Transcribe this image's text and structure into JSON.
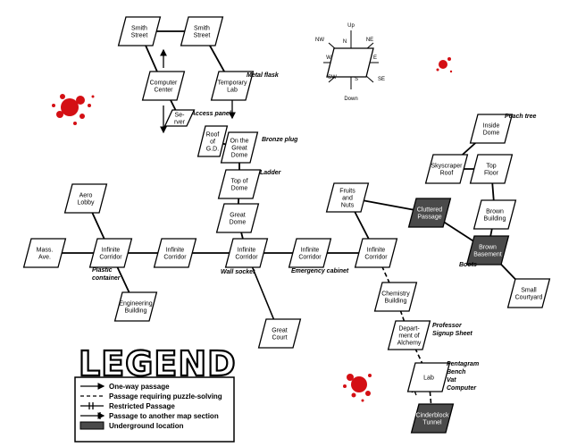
{
  "colors": {
    "room_fill": "#ffffff",
    "underground_fill": "#4a4a4a",
    "line": "#000000",
    "blood": "#d40f14"
  },
  "rooms": [
    {
      "id": "smith1",
      "lines": [
        "Smith",
        "Street"
      ],
      "underground": false
    },
    {
      "id": "smith2",
      "lines": [
        "Smith",
        "Street"
      ],
      "underground": false
    },
    {
      "id": "computer",
      "lines": [
        "Computer",
        "Center"
      ],
      "underground": false
    },
    {
      "id": "templab",
      "lines": [
        "Temporary",
        "Lab"
      ],
      "underground": false
    },
    {
      "id": "server",
      "lines": [
        "Se-",
        "rver"
      ],
      "underground": false
    },
    {
      "id": "roofgd",
      "lines": [
        "Roof",
        "of",
        "G.D."
      ],
      "underground": false
    },
    {
      "id": "ongreat",
      "lines": [
        "On the",
        "Great",
        "Dome"
      ],
      "underground": false
    },
    {
      "id": "topdome",
      "lines": [
        "Top of",
        "Dome"
      ],
      "underground": false
    },
    {
      "id": "greatdome",
      "lines": [
        "Great",
        "Dome"
      ],
      "underground": false
    },
    {
      "id": "aero",
      "lines": [
        "Aero",
        "Lobby"
      ],
      "underground": false
    },
    {
      "id": "mass",
      "lines": [
        "Mass.",
        "Ave."
      ],
      "underground": false
    },
    {
      "id": "ic1",
      "lines": [
        "Infinite",
        "Corridor"
      ],
      "underground": false
    },
    {
      "id": "ic2",
      "lines": [
        "Infinite",
        "Corridor"
      ],
      "underground": false
    },
    {
      "id": "ic3",
      "lines": [
        "Infinite",
        "Corridor"
      ],
      "underground": false
    },
    {
      "id": "ic4",
      "lines": [
        "Infinite",
        "Corridor"
      ],
      "underground": false
    },
    {
      "id": "ic5",
      "lines": [
        "Infinite",
        "Corridor"
      ],
      "underground": false
    },
    {
      "id": "engineering",
      "lines": [
        "Engineering",
        "Building"
      ],
      "underground": false
    },
    {
      "id": "greatcourt",
      "lines": [
        "Great",
        "Court"
      ],
      "underground": false
    },
    {
      "id": "fruits",
      "lines": [
        "Fruits",
        "and",
        "Nuts"
      ],
      "underground": false
    },
    {
      "id": "cluttered",
      "lines": [
        "Cluttered",
        "Passage"
      ],
      "underground": true
    },
    {
      "id": "chemistry",
      "lines": [
        "Chemistry",
        "Building"
      ],
      "underground": false
    },
    {
      "id": "alchemy",
      "lines": [
        "Depart-",
        "ment of",
        "Alchemy"
      ],
      "underground": false
    },
    {
      "id": "lab",
      "lines": [
        "Lab"
      ],
      "underground": false
    },
    {
      "id": "cinderblock",
      "lines": [
        "Cinderblock",
        "Tunnel"
      ],
      "underground": true
    },
    {
      "id": "insidedome",
      "lines": [
        "Inside",
        "Dome"
      ],
      "underground": false
    },
    {
      "id": "skyscraper",
      "lines": [
        "Skyscraper",
        "Roof"
      ],
      "underground": false
    },
    {
      "id": "topfloor",
      "lines": [
        "Top",
        "Floor"
      ],
      "underground": false
    },
    {
      "id": "brownbuilding",
      "lines": [
        "Brown",
        "Building"
      ],
      "underground": false
    },
    {
      "id": "brownbasement",
      "lines": [
        "Brown",
        "Basement"
      ],
      "underground": true
    },
    {
      "id": "smallcourtyard",
      "lines": [
        "Small",
        "Courtyard"
      ],
      "underground": false
    }
  ],
  "connections": [
    {
      "a": "smith1",
      "b": "smith2",
      "style": "solid"
    },
    {
      "a": "smith1",
      "b": "computer",
      "style": "solid"
    },
    {
      "a": "smith2",
      "b": "templab",
      "style": "solid"
    },
    {
      "a": "computer",
      "b": "server",
      "style": "solid"
    },
    {
      "a": "roofgd",
      "b": "ongreat",
      "style": "solid"
    },
    {
      "a": "ongreat",
      "b": "topdome",
      "style": "solid"
    },
    {
      "a": "topdome",
      "b": "greatdome",
      "style": "solid"
    },
    {
      "a": "greatdome",
      "b": "ic3",
      "style": "solid"
    },
    {
      "a": "aero",
      "b": "ic1",
      "style": "solid"
    },
    {
      "a": "mass",
      "b": "ic1",
      "style": "solid"
    },
    {
      "a": "ic1",
      "b": "ic2",
      "style": "solid"
    },
    {
      "a": "ic2",
      "b": "ic3",
      "style": "solid"
    },
    {
      "a": "ic3",
      "b": "ic4",
      "style": "solid"
    },
    {
      "a": "ic4",
      "b": "ic5",
      "style": "solid"
    },
    {
      "a": "ic1",
      "b": "engineering",
      "style": "solid"
    },
    {
      "a": "ic3",
      "b": "greatcourt",
      "style": "restricted"
    },
    {
      "a": "fruits",
      "b": "ic5",
      "style": "solid"
    },
    {
      "a": "fruits",
      "b": "cluttered",
      "style": "solid"
    },
    {
      "a": "ic5",
      "b": "chemistry",
      "style": "dashed"
    },
    {
      "a": "chemistry",
      "b": "alchemy",
      "style": "dashed"
    },
    {
      "a": "alchemy",
      "b": "lab",
      "style": "dashed"
    },
    {
      "a": "lab",
      "b": "cinderblock",
      "style": "dashed"
    },
    {
      "a": "insidedome",
      "b": "skyscraper",
      "style": "solid"
    },
    {
      "a": "skyscraper",
      "b": "topfloor",
      "style": "solid"
    },
    {
      "a": "topfloor",
      "b": "brownbuilding",
      "style": "solid"
    },
    {
      "a": "brownbuilding",
      "b": "brownbasement",
      "style": "solid"
    },
    {
      "a": "cluttered",
      "b": "brownbasement",
      "style": "solid"
    },
    {
      "a": "brownbasement",
      "b": "smallcourtyard",
      "style": "solid"
    }
  ],
  "items": [
    {
      "id": "metal-flask",
      "text": "Metal flask"
    },
    {
      "id": "access-panel",
      "text": "Access panel"
    },
    {
      "id": "bronze-plug",
      "text": "Bronze plug"
    },
    {
      "id": "ladder",
      "text": "Ladder"
    },
    {
      "id": "plastic-container",
      "lines": [
        "Plastic",
        "container"
      ]
    },
    {
      "id": "wall-socket",
      "text": "Wall socket"
    },
    {
      "id": "emergency-cabinet",
      "text": "Emergency cabinet"
    },
    {
      "id": "boots",
      "text": "Boots"
    },
    {
      "id": "peach-tree",
      "text": "Peach tree"
    },
    {
      "id": "professor",
      "lines": [
        "Professor",
        "Signup Sheet"
      ]
    },
    {
      "id": "pentagram",
      "lines": [
        "Pentagram",
        "Bench",
        "Vat",
        "Computer"
      ]
    }
  ],
  "compass": {
    "up": "Up",
    "down": "Down",
    "n": "N",
    "ne": "NE",
    "e": "E",
    "se": "SE",
    "s": "S",
    "sw": "SW",
    "w": "W",
    "nw": "NW"
  },
  "legend": {
    "title": "LEGEND",
    "entries": [
      {
        "kind": "one-way",
        "label": "One-way passage"
      },
      {
        "kind": "puzzle",
        "label": "Passage requiring puzzle-solving"
      },
      {
        "kind": "restricted",
        "label": "Restricted Passage"
      },
      {
        "kind": "other-section",
        "label": "Passage to another map section"
      },
      {
        "kind": "underground",
        "label": "Underground location"
      }
    ]
  }
}
